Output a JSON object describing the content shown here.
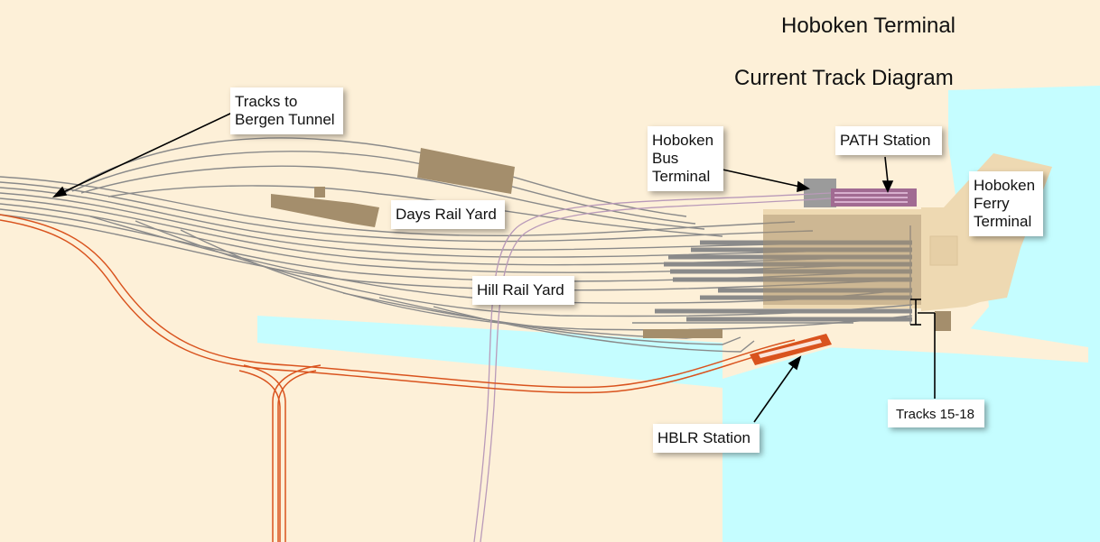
{
  "title": {
    "line1": "Hoboken Terminal",
    "line2": "Current Track Diagram"
  },
  "labels": {
    "bergen_tunnel": "Tracks to\nBergen Tunnel",
    "days_yard": "Days Rail Yard",
    "hill_yard": "Hill Rail Yard",
    "bus_terminal": "Hoboken\nBus\nTerminal",
    "path_station": "PATH Station",
    "ferry_terminal": "Hoboken\nFerry\nTerminal",
    "hblr_station": "HBLR Station",
    "tracks_15_18": "Tracks 15-18"
  },
  "colors": {
    "land": "#fdf0d8",
    "water": "#c5fdff",
    "tracks": "#8a8a8a",
    "light_rail": "#d9531e",
    "path": "#b99ab9",
    "buildings": "#a48e6c",
    "terminal_building": "#eed9b2"
  }
}
